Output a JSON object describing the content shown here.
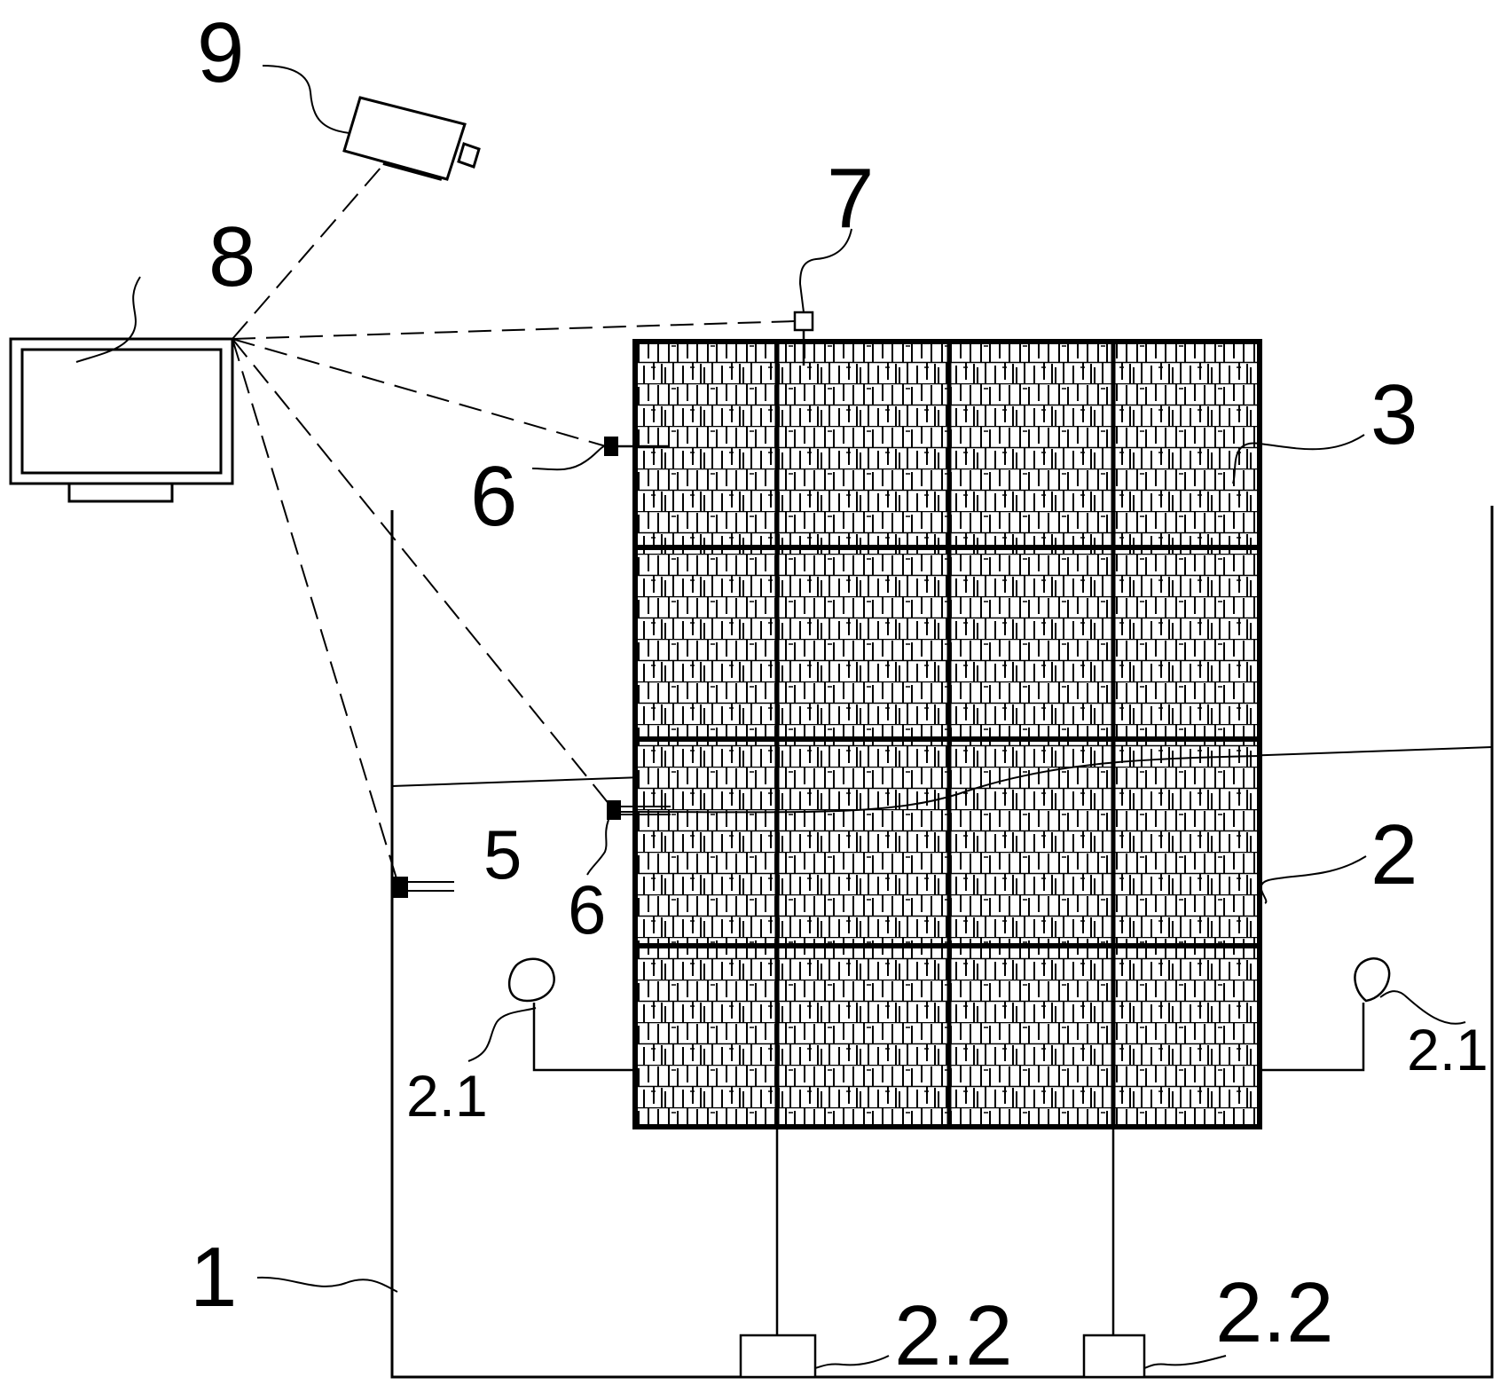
{
  "labels": {
    "tank": "1",
    "frame": "2",
    "support_float": "2.1",
    "support_base": "2.2",
    "panel": "3",
    "water_sensor": "5",
    "panel_sensor": "6",
    "top_sensor": "7",
    "monitor": "8",
    "camera": "9"
  },
  "colors": {
    "stroke": "#000000",
    "background": "#ffffff"
  }
}
